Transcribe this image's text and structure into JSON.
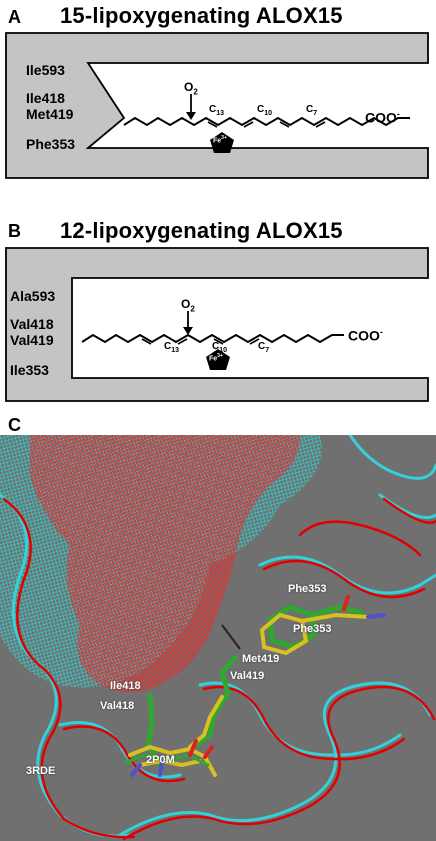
{
  "panel_a": {
    "letter": "A",
    "title": "15-lipoxygenating ALOX15",
    "residues": [
      "Ile593",
      "Ile418",
      "Met419",
      "Phe353"
    ],
    "oxygen": "O",
    "oxygen_sub": "2",
    "carbons": [
      {
        "base": "C",
        "sub": "13"
      },
      {
        "base": "C",
        "sub": "10"
      },
      {
        "base": "C",
        "sub": "7"
      }
    ],
    "carboxylate": "COO",
    "carboxylate_sup": "-",
    "iron": "Fe",
    "iron_sup": "3+"
  },
  "panel_b": {
    "letter": "B",
    "title": "12-lipoxygenating ALOX15",
    "residues": [
      "Ala593",
      "Val418",
      "Val419",
      "Ile353"
    ],
    "oxygen": "O",
    "oxygen_sub": "2",
    "carbons": [
      {
        "base": "C",
        "sub": "13"
      },
      {
        "base": "C",
        "sub": "10"
      },
      {
        "base": "C",
        "sub": "7"
      }
    ],
    "carboxylate": "COO",
    "carboxylate_sup": "-",
    "iron": "Fe",
    "iron_sup": "3+"
  },
  "panel_c": {
    "letter": "C",
    "labels": [
      "Phe353",
      "Phe353",
      "Met419",
      "Val419",
      "Ile418",
      "Val418",
      "3RDE",
      "2P0M"
    ],
    "colors": {
      "background": "#6f6f6f",
      "mesh_cyan": "#2fd3d3",
      "mesh_red": "#ff2020",
      "ribbon_cyan": "#35d0d8",
      "ribbon_red": "#e00000",
      "carbon_green": "#2fa82f",
      "carbon_yellow": "#d8c020",
      "nitrogen": "#5050c8",
      "oxygen": "#e02020"
    }
  }
}
